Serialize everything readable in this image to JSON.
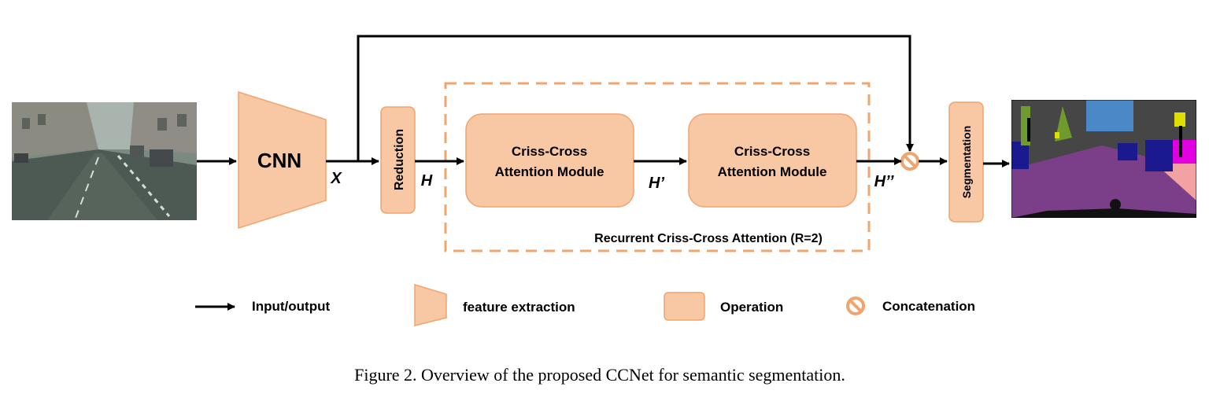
{
  "nodes": {
    "cnn": "CNN",
    "reduction": "Reduction",
    "cca1_line1": "Criss-Cross",
    "cca1_line2": "Attention Module",
    "cca2_line1": "Criss-Cross",
    "cca2_line2": "Attention Module",
    "segmentation": "Segmentation",
    "rcca_label": "Recurrent Criss-Cross Attention (R=2)"
  },
  "variables": {
    "x": "X",
    "h": "H",
    "h_prime": "H’",
    "h_double_prime": "H’’"
  },
  "legend": {
    "arrow": "Input/output",
    "trapezoid": "feature extraction",
    "box": "Operation",
    "concat": "Concatenation"
  },
  "caption": "Figure 2. Overview of the proposed CCNet for semantic segmentation.",
  "colors": {
    "fill": "#f8c7a3",
    "stroke": "#f0a46e",
    "arrow": "#000000"
  }
}
